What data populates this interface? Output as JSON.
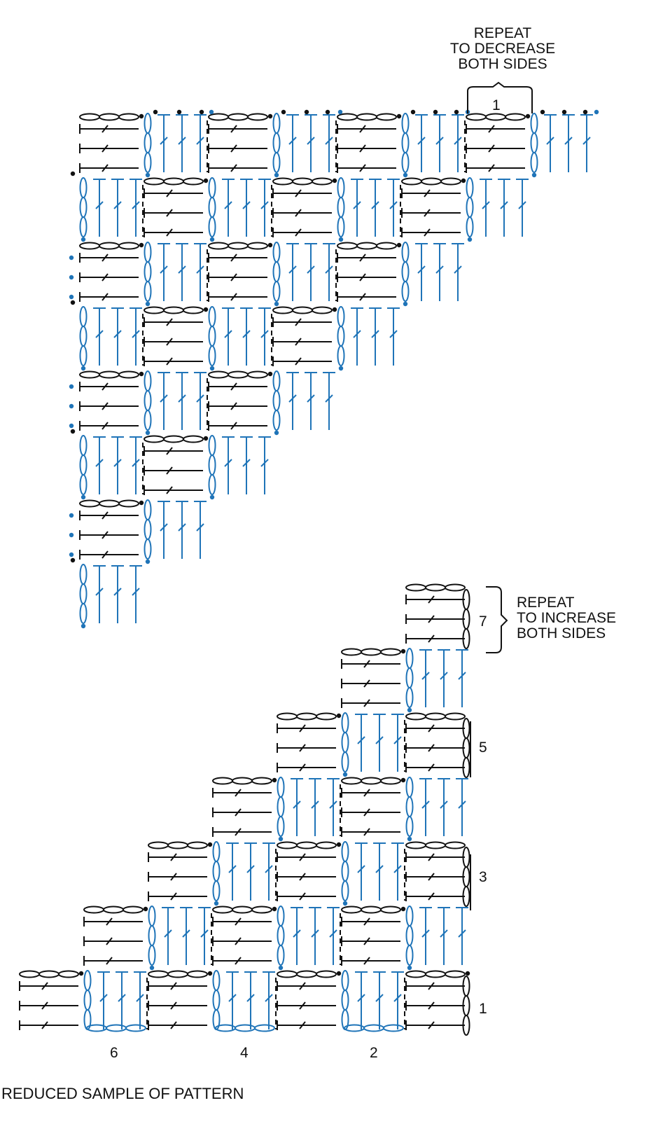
{
  "colors": {
    "black": "#111111",
    "blue": "#1f74b8"
  },
  "top_chart": {
    "repeat_label": [
      "REPEAT",
      "TO DECREASE",
      "BOTH SIDES"
    ],
    "bracket_number": "1"
  },
  "bottom_chart": {
    "repeat_label": [
      "REPEAT",
      "TO INCREASE",
      "BOTH SIDES"
    ],
    "row_numbers": [
      "7",
      "5",
      "3",
      "1"
    ],
    "bottom_numbers": [
      "6",
      "4",
      "2"
    ]
  },
  "caption": "REDUCED SAMPLE OF PATTERN"
}
